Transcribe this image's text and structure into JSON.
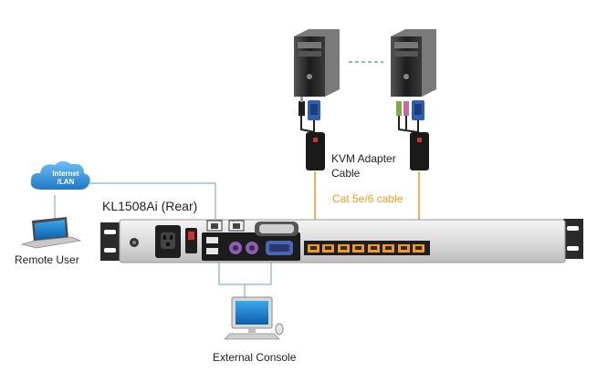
{
  "diagram": {
    "device_label": "KL1508Ai (Rear)",
    "remote_user_label": "Remote User",
    "external_console_label": "External Console",
    "adapter_label_line1": "KVM Adapter",
    "adapter_label_line2": "Cable",
    "cable_label": "Cat 5e/6 cable",
    "network_label_line1": "Internet",
    "network_label_line2": "/LAN"
  },
  "colors": {
    "cable": "#f39a1e",
    "link_line": "#6f9ec6",
    "cloud": "#2f8fd8",
    "chassis": "#d9d9d9"
  },
  "icons": [
    "tower-pc-icon",
    "laptop-icon",
    "cloud-icon",
    "monitor-icon",
    "kvm-adapter-icon",
    "rj45-port-icon",
    "power-socket-icon"
  ]
}
